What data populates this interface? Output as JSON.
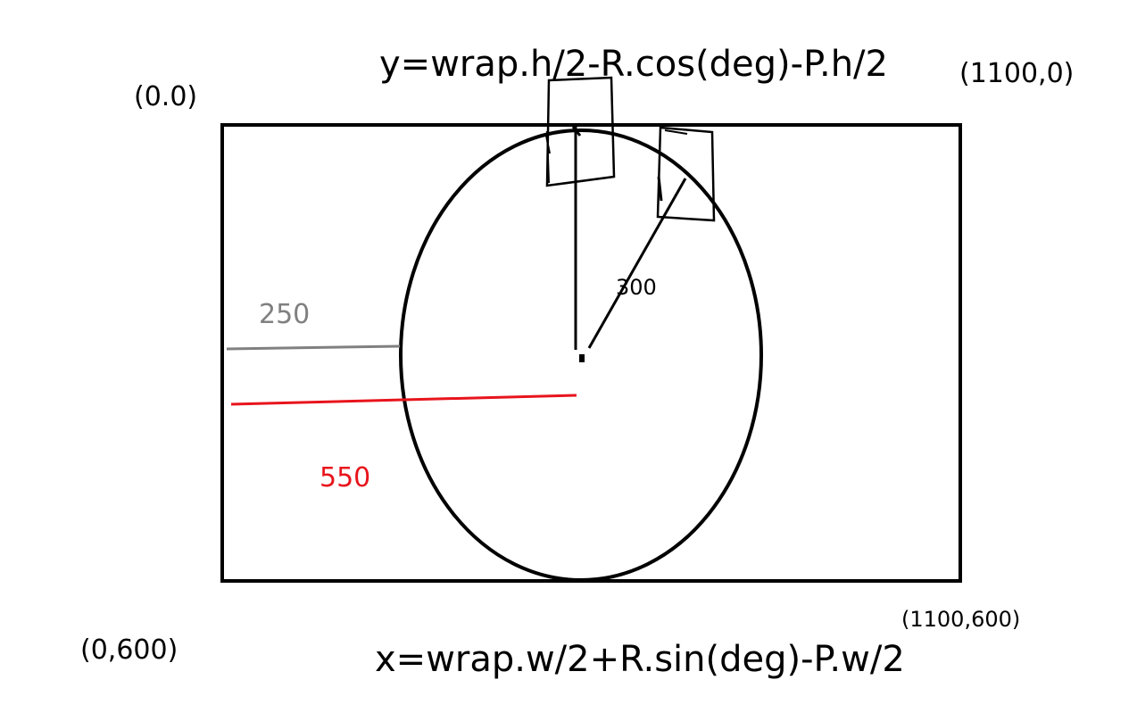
{
  "formulas": {
    "y_formula": "y=wrap.h/2-R.cos(deg)-P.h/2",
    "x_formula": "x=wrap.w/2+R.sin(deg)-P.w/2"
  },
  "corners": {
    "top_left": "(0.0)",
    "top_right": "(1100,0)",
    "bottom_left": "(0,600)",
    "bottom_right": "(1100,600)"
  },
  "measurements": {
    "radius": "300",
    "gray_distance": "250",
    "red_distance": "550"
  },
  "colors": {
    "ink": "#000000",
    "gray_line": "#808080",
    "red_line": "#e8141c"
  }
}
